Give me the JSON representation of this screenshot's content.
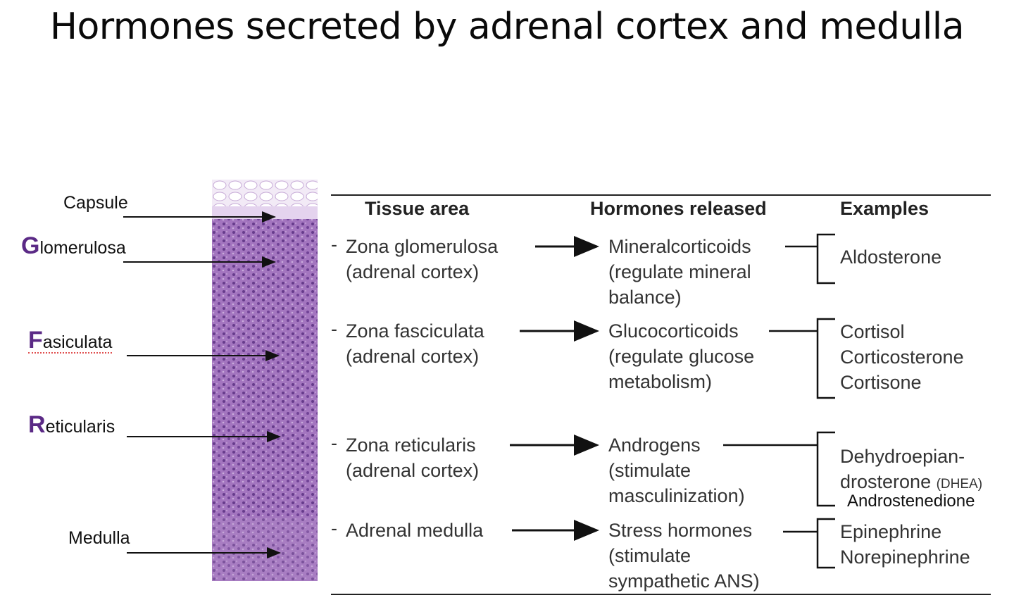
{
  "title": "Hormones secreted by adrenal cortex and medulla",
  "labels": {
    "capsule": "Capsule",
    "glom_cap": "G",
    "glom_rest": "lomerulosa",
    "fasc_cap": "F",
    "fasc_rest": "asiculata",
    "ret_cap": "R",
    "ret_rest": "eticularis",
    "medulla": "Medulla"
  },
  "table": {
    "headers": {
      "tissue": "Tissue area",
      "hormones": "Hormones released",
      "examples": "Examples"
    },
    "rows": [
      {
        "tissue_1": "Zona glomerulosa",
        "tissue_2": "(adrenal cortex)",
        "hormone_1": "Mineralcorticoids",
        "hormone_2": "(regulate mineral",
        "hormone_3": "balance)",
        "ex_1": "Aldosterone"
      },
      {
        "tissue_1": "Zona fasciculata",
        "tissue_2": "(adrenal cortex)",
        "hormone_1": "Glucocorticoids",
        "hormone_2": "(regulate glucose",
        "hormone_3": "metabolism)",
        "ex_1": "Cortisol",
        "ex_2": "Corticosterone",
        "ex_3": "Cortisone"
      },
      {
        "tissue_1": "Zona reticularis",
        "tissue_2": "(adrenal cortex)",
        "hormone_1": "Androgens",
        "hormone_2": "(stimulate",
        "hormone_3": "masculinization)",
        "ex_1": "Dehydroepian-",
        "ex_2": "drosterone",
        "ex_2b": "(DHEA)",
        "ex_3": "Androstenedione"
      },
      {
        "tissue_1": "Adrenal medulla",
        "hormone_1": "Stress hormones",
        "hormone_2": "(stimulate",
        "hormone_3": "sympathetic ANS)",
        "ex_1": "Epinephrine",
        "ex_2": "Norepinephrine"
      }
    ]
  },
  "colors": {
    "zone_initial": "#5b2a86",
    "tissue_stain": "#9a6fb5"
  }
}
